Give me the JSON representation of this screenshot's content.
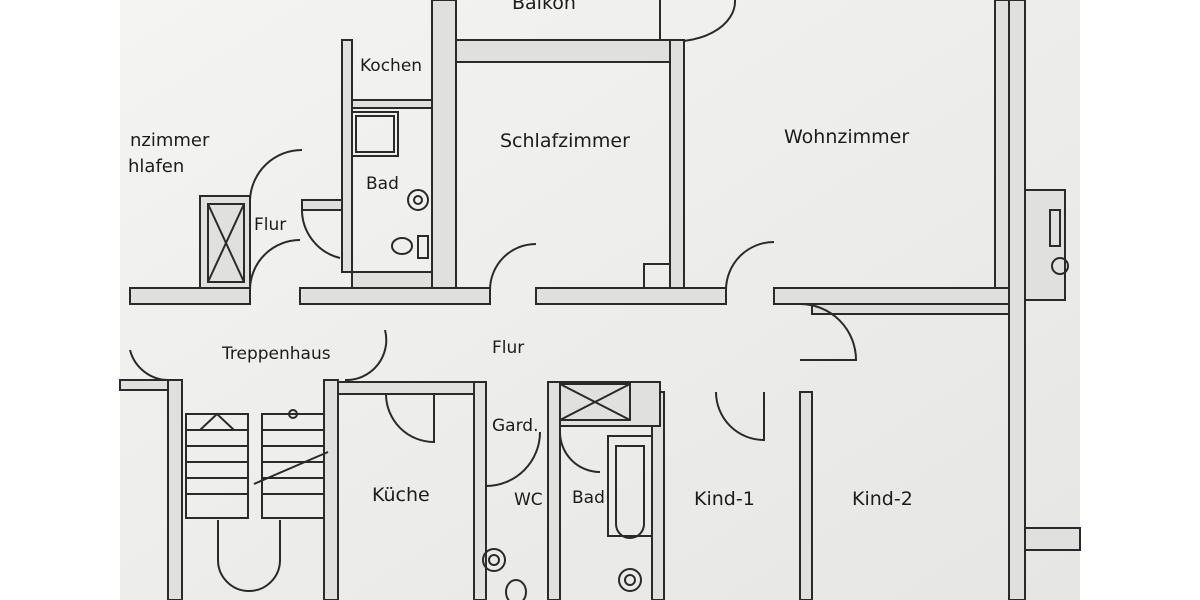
{
  "rooms": {
    "balkon": "Balkon",
    "kochen": "Kochen",
    "schlafzimmer": "Schlafzimmer",
    "wohnzimmer": "Wohnzimmer",
    "left_room_line1": "nzimmer",
    "left_room_line2": "hlafen",
    "bad_upper": "Bad",
    "flur_upper": "Flur",
    "treppenhaus": "Treppenhaus",
    "flur_main": "Flur",
    "garderobe": "Gard.",
    "kueche": "Küche",
    "wc": "WC",
    "bad_lower": "Bad",
    "kind1": "Kind-1",
    "kind2": "Kind-2"
  },
  "colors": {
    "paper": "#f2f2f0",
    "wall_fill": "#e2e2e0",
    "line": "#2a2a2a",
    "label": "#1c1c1c"
  }
}
